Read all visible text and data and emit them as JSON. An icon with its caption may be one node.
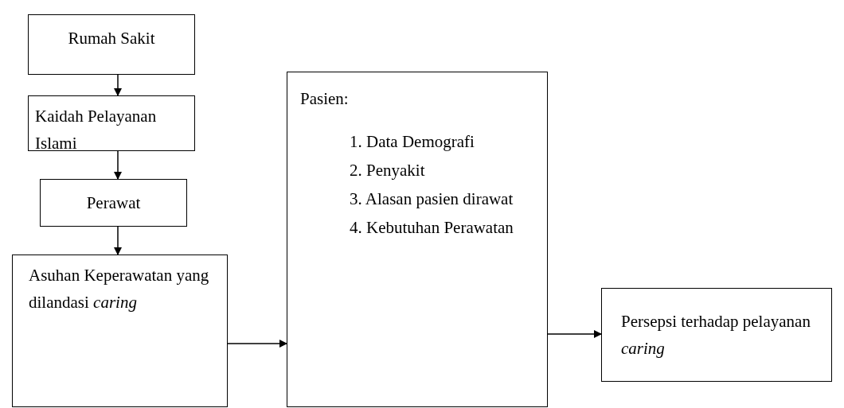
{
  "diagram": {
    "nodes": [
      {
        "text": [
          "Rumah Sakit"
        ]
      },
      {
        "text": [
          "Kaidah Pelayanan Islami"
        ]
      },
      {
        "text": [
          "Perawat"
        ]
      },
      {
        "text": [
          "Asuhan Keperawatan yang dilandasi *caring*"
        ]
      },
      {
        "text": [
          "Pasien:",
          "1. Data Demografi",
          "2. Penyakit",
          "3. Alasan pasien dirawat",
          "4. Kebutuhan Perawatan"
        ]
      },
      {
        "text": [
          "Persepsi terhadap pelayanan *caring*"
        ]
      }
    ],
    "edges": [
      {
        "from": 0,
        "to": 1,
        "arrow": "to"
      },
      {
        "from": 1,
        "to": 2,
        "arrow": "to"
      },
      {
        "from": 2,
        "to": 3,
        "arrow": "to"
      },
      {
        "from": 3,
        "to": 4,
        "arrow": "to"
      },
      {
        "from": 4,
        "to": 5,
        "arrow": "to"
      }
    ]
  }
}
